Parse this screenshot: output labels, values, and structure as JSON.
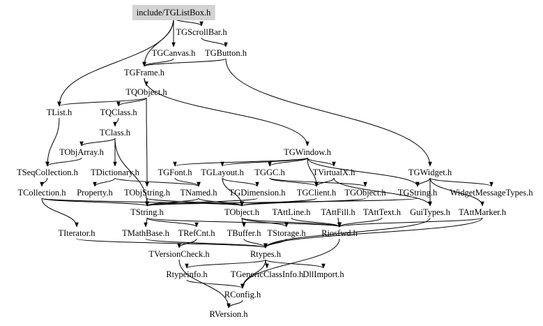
{
  "title": "include/TGListBox.h include dependency graph",
  "colors": {
    "root_fill": "#d3d3d3",
    "edge": "#000000",
    "background": "#ffffff"
  },
  "nodes": [
    {
      "id": "root",
      "label": "include/TGListBox.h",
      "root": true
    },
    {
      "id": "TGScrollBar",
      "label": "TGScrollBar.h"
    },
    {
      "id": "TGCanvas",
      "label": "TGCanvas.h"
    },
    {
      "id": "TGButton",
      "label": "TGButton.h"
    },
    {
      "id": "TGFrame",
      "label": "TGFrame.h"
    },
    {
      "id": "TQObject",
      "label": "TQObject.h"
    },
    {
      "id": "TList",
      "label": "TList.h"
    },
    {
      "id": "TQClass",
      "label": "TQClass.h"
    },
    {
      "id": "TClass",
      "label": "TClass.h"
    },
    {
      "id": "TObjArray",
      "label": "TObjArray.h"
    },
    {
      "id": "TSeqCollection",
      "label": "TSeqCollection.h"
    },
    {
      "id": "TDictionary",
      "label": "TDictionary.h"
    },
    {
      "id": "TCollection",
      "label": "TCollection.h"
    },
    {
      "id": "Property",
      "label": "Property.h"
    },
    {
      "id": "TObjString",
      "label": "TObjString.h"
    },
    {
      "id": "TGWindow",
      "label": "TGWindow.h"
    },
    {
      "id": "TGFont",
      "label": "TGFont.h"
    },
    {
      "id": "TGLayout",
      "label": "TGLayout.h"
    },
    {
      "id": "TGGC",
      "label": "TGGC.h"
    },
    {
      "id": "TVirtualX",
      "label": "TVirtualX.h"
    },
    {
      "id": "TGWidget",
      "label": "TGWidget.h"
    },
    {
      "id": "TNamed",
      "label": "TNamed.h"
    },
    {
      "id": "TGDimension",
      "label": "TGDimension.h"
    },
    {
      "id": "TGClient",
      "label": "TGClient.h"
    },
    {
      "id": "TGObject",
      "label": "TGObject.h"
    },
    {
      "id": "TGString",
      "label": "TGString.h"
    },
    {
      "id": "WidgetMessageTypes",
      "label": "WidgetMessageTypes.h"
    },
    {
      "id": "TString",
      "label": "TString.h"
    },
    {
      "id": "TObject",
      "label": "TObject.h"
    },
    {
      "id": "TAttLine",
      "label": "TAttLine.h"
    },
    {
      "id": "TAttFill",
      "label": "TAttFill.h"
    },
    {
      "id": "TAttText",
      "label": "TAttText.h"
    },
    {
      "id": "GuiTypes",
      "label": "GuiTypes.h"
    },
    {
      "id": "TAttMarker",
      "label": "TAttMarker.h"
    },
    {
      "id": "TIterator",
      "label": "TIterator.h"
    },
    {
      "id": "TMathBase",
      "label": "TMathBase.h"
    },
    {
      "id": "TRefCnt",
      "label": "TRefCnt.h"
    },
    {
      "id": "TBuffer",
      "label": "TBuffer.h"
    },
    {
      "id": "TStorage",
      "label": "TStorage.h"
    },
    {
      "id": "Riosfwd",
      "label": "Riosfwd.h"
    },
    {
      "id": "TVersionCheck",
      "label": "TVersionCheck.h"
    },
    {
      "id": "Rtypes",
      "label": "Rtypes.h"
    },
    {
      "id": "Rtypeinfo",
      "label": "Rtypeinfo.h"
    },
    {
      "id": "TGenericClassInfo",
      "label": "TGenericClassInfo.h"
    },
    {
      "id": "DllImport",
      "label": "DllImport.h"
    },
    {
      "id": "RConfig",
      "label": "RConfig.h"
    },
    {
      "id": "RVersion",
      "label": "RVersion.h"
    }
  ],
  "edges": [
    [
      "root",
      "TGScrollBar"
    ],
    [
      "root",
      "TGCanvas"
    ],
    [
      "root",
      "TGFrame"
    ],
    [
      "root",
      "TList"
    ],
    [
      "TGScrollBar",
      "TGButton"
    ],
    [
      "TGCanvas",
      "TGFrame"
    ],
    [
      "TGButton",
      "TGFrame"
    ],
    [
      "TGButton",
      "TGWidget"
    ],
    [
      "TGFrame",
      "TQObject"
    ],
    [
      "TGFrame",
      "TGWindow"
    ],
    [
      "TQObject",
      "TQClass"
    ],
    [
      "TQObject",
      "TList"
    ],
    [
      "TQObject",
      "TObjString"
    ],
    [
      "TQClass",
      "TClass"
    ],
    [
      "TClass",
      "TObjArray"
    ],
    [
      "TClass",
      "TDictionary"
    ],
    [
      "TClass",
      "TString"
    ],
    [
      "TList",
      "TSeqCollection"
    ],
    [
      "TObjArray",
      "TSeqCollection"
    ],
    [
      "TSeqCollection",
      "TCollection"
    ],
    [
      "TDictionary",
      "Property"
    ],
    [
      "TDictionary",
      "TNamed"
    ],
    [
      "TCollection",
      "TIterator"
    ],
    [
      "TCollection",
      "TObject"
    ],
    [
      "TCollection",
      "TString"
    ],
    [
      "TObjString",
      "TString"
    ],
    [
      "TObjString",
      "TObject"
    ],
    [
      "TNamed",
      "TString"
    ],
    [
      "TNamed",
      "TObject"
    ],
    [
      "TGWindow",
      "TGFont"
    ],
    [
      "TGWindow",
      "TGLayout"
    ],
    [
      "TGWindow",
      "TGGC"
    ],
    [
      "TGWindow",
      "TVirtualX"
    ],
    [
      "TGWindow",
      "TGClient"
    ],
    [
      "TGWindow",
      "TGString"
    ],
    [
      "TGFont",
      "TNamed"
    ],
    [
      "TGLayout",
      "TGDimension"
    ],
    [
      "TGLayout",
      "TObject"
    ],
    [
      "TGGC",
      "TGClient"
    ],
    [
      "TGGC",
      "TGObject"
    ],
    [
      "TVirtualX",
      "TGClient"
    ],
    [
      "TVirtualX",
      "GuiTypes"
    ],
    [
      "TGWidget",
      "TGString"
    ],
    [
      "TGWidget",
      "WidgetMessageTypes"
    ],
    [
      "TGWidget",
      "GuiTypes"
    ],
    [
      "TGWidget",
      "TAttMarker"
    ],
    [
      "TGDimension",
      "TString"
    ],
    [
      "TGClient",
      "TObject"
    ],
    [
      "TGObject",
      "TObject"
    ],
    [
      "TGString",
      "TString"
    ],
    [
      "TString",
      "TMathBase"
    ],
    [
      "TString",
      "TRefCnt"
    ],
    [
      "TString",
      "Riosfwd"
    ],
    [
      "TObject",
      "TBuffer"
    ],
    [
      "TObject",
      "TStorage"
    ],
    [
      "TObject",
      "Riosfwd"
    ],
    [
      "TAttLine",
      "Riosfwd"
    ],
    [
      "TAttFill",
      "Riosfwd"
    ],
    [
      "TAttText",
      "Riosfwd"
    ],
    [
      "TAttMarker",
      "Riosfwd"
    ],
    [
      "TAttMarker",
      "Rtypes"
    ],
    [
      "GuiTypes",
      "Rtypes"
    ],
    [
      "TIterator",
      "Rtypes"
    ],
    [
      "TMathBase",
      "Rtypes"
    ],
    [
      "TBuffer",
      "Rtypes"
    ],
    [
      "TStorage",
      "Rtypes"
    ],
    [
      "TRefCnt",
      "TVersionCheck"
    ],
    [
      "Riosfwd",
      "RConfig"
    ],
    [
      "TVersionCheck",
      "RVersion"
    ],
    [
      "Rtypes",
      "Rtypeinfo"
    ],
    [
      "Rtypes",
      "TGenericClassInfo"
    ],
    [
      "Rtypes",
      "DllImport"
    ],
    [
      "Rtypes",
      "RConfig"
    ],
    [
      "Rtypeinfo",
      "RConfig"
    ],
    [
      "RConfig",
      "RVersion"
    ]
  ]
}
